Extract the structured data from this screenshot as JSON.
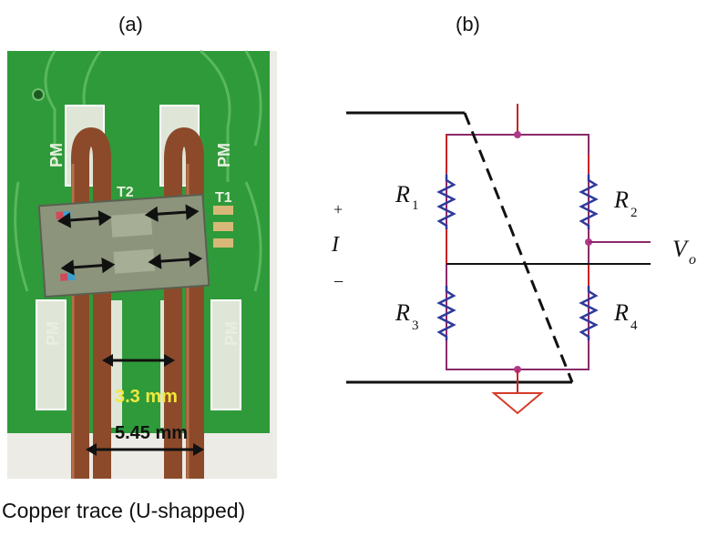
{
  "panels": {
    "a": {
      "label": "(a)"
    },
    "b": {
      "label": "(b)"
    }
  },
  "photo": {
    "pcb_marks": {
      "pm": "PM",
      "t1": "T1",
      "t2": "T2"
    },
    "dimension_inner": "3.3 mm",
    "dimension_outer": "5.45 mm",
    "colors": {
      "board": "#2f9a3a",
      "copper": "#8c4a2a",
      "chip": "#8c947c",
      "inner_label": "#f2e83a"
    }
  },
  "circuit": {
    "plus": "+",
    "current": "I",
    "minus": "−",
    "resistors": [
      {
        "letter": "R",
        "sub": "1"
      },
      {
        "letter": "R",
        "sub": "2"
      },
      {
        "letter": "R",
        "sub": "3"
      },
      {
        "letter": "R",
        "sub": "4"
      }
    ],
    "output": {
      "letter": "V",
      "sub": "o"
    },
    "colors": {
      "wire": "#8a2a6a",
      "resistor": "#2e3a9a",
      "lead": "#cc2222",
      "ground": "#d63a2a"
    }
  },
  "caption": "Copper trace (U-shapped)"
}
